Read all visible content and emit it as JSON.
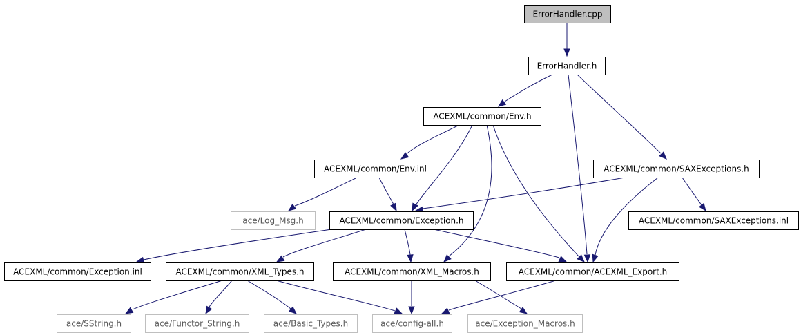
{
  "diagram": {
    "nodes": [
      {
        "id": "errorhandler_cpp",
        "label": "ErrorHandler.cpp",
        "style": "root"
      },
      {
        "id": "errorhandler_h",
        "label": "ErrorHandler.h",
        "style": "normal"
      },
      {
        "id": "env_h",
        "label": "ACEXML/common/Env.h",
        "style": "normal"
      },
      {
        "id": "env_inl",
        "label": "ACEXML/common/Env.inl",
        "style": "normal"
      },
      {
        "id": "saxexceptions_h",
        "label": "ACEXML/common/SAXExceptions.h",
        "style": "normal"
      },
      {
        "id": "log_msg_h",
        "label": "ace/Log_Msg.h",
        "style": "external"
      },
      {
        "id": "exception_h",
        "label": "ACEXML/common/Exception.h",
        "style": "normal"
      },
      {
        "id": "saxexceptions_inl",
        "label": "ACEXML/common/SAXExceptions.inl",
        "style": "normal"
      },
      {
        "id": "exception_inl",
        "label": "ACEXML/common/Exception.inl",
        "style": "normal"
      },
      {
        "id": "xml_types_h",
        "label": "ACEXML/common/XML_Types.h",
        "style": "normal"
      },
      {
        "id": "xml_macros_h",
        "label": "ACEXML/common/XML_Macros.h",
        "style": "normal"
      },
      {
        "id": "acexml_export_h",
        "label": "ACEXML/common/ACEXML_Export.h",
        "style": "normal"
      },
      {
        "id": "sstring_h",
        "label": "ace/SString.h",
        "style": "external"
      },
      {
        "id": "functor_string_h",
        "label": "ace/Functor_String.h",
        "style": "external"
      },
      {
        "id": "basic_types_h",
        "label": "ace/Basic_Types.h",
        "style": "external"
      },
      {
        "id": "config_all_h",
        "label": "ace/config-all.h",
        "style": "external"
      },
      {
        "id": "exception_macros_h",
        "label": "ace/Exception_Macros.h",
        "style": "external"
      }
    ],
    "edges": [
      {
        "from": "errorhandler_cpp",
        "to": "errorhandler_h"
      },
      {
        "from": "errorhandler_h",
        "to": "env_h"
      },
      {
        "from": "errorhandler_h",
        "to": "acexml_export_h"
      },
      {
        "from": "errorhandler_h",
        "to": "saxexceptions_h"
      },
      {
        "from": "env_h",
        "to": "env_inl"
      },
      {
        "from": "env_h",
        "to": "exception_h"
      },
      {
        "from": "env_h",
        "to": "xml_macros_h"
      },
      {
        "from": "env_h",
        "to": "acexml_export_h"
      },
      {
        "from": "env_inl",
        "to": "log_msg_h"
      },
      {
        "from": "env_inl",
        "to": "exception_h"
      },
      {
        "from": "saxexceptions_h",
        "to": "exception_h"
      },
      {
        "from": "saxexceptions_h",
        "to": "acexml_export_h"
      },
      {
        "from": "saxexceptions_h",
        "to": "saxexceptions_inl"
      },
      {
        "from": "exception_h",
        "to": "exception_inl"
      },
      {
        "from": "exception_h",
        "to": "xml_types_h"
      },
      {
        "from": "exception_h",
        "to": "xml_macros_h"
      },
      {
        "from": "exception_h",
        "to": "acexml_export_h"
      },
      {
        "from": "xml_types_h",
        "to": "sstring_h"
      },
      {
        "from": "xml_types_h",
        "to": "functor_string_h"
      },
      {
        "from": "xml_types_h",
        "to": "basic_types_h"
      },
      {
        "from": "xml_types_h",
        "to": "config_all_h"
      },
      {
        "from": "xml_macros_h",
        "to": "config_all_h"
      },
      {
        "from": "xml_macros_h",
        "to": "exception_macros_h"
      },
      {
        "from": "acexml_export_h",
        "to": "config_all_h"
      }
    ]
  }
}
